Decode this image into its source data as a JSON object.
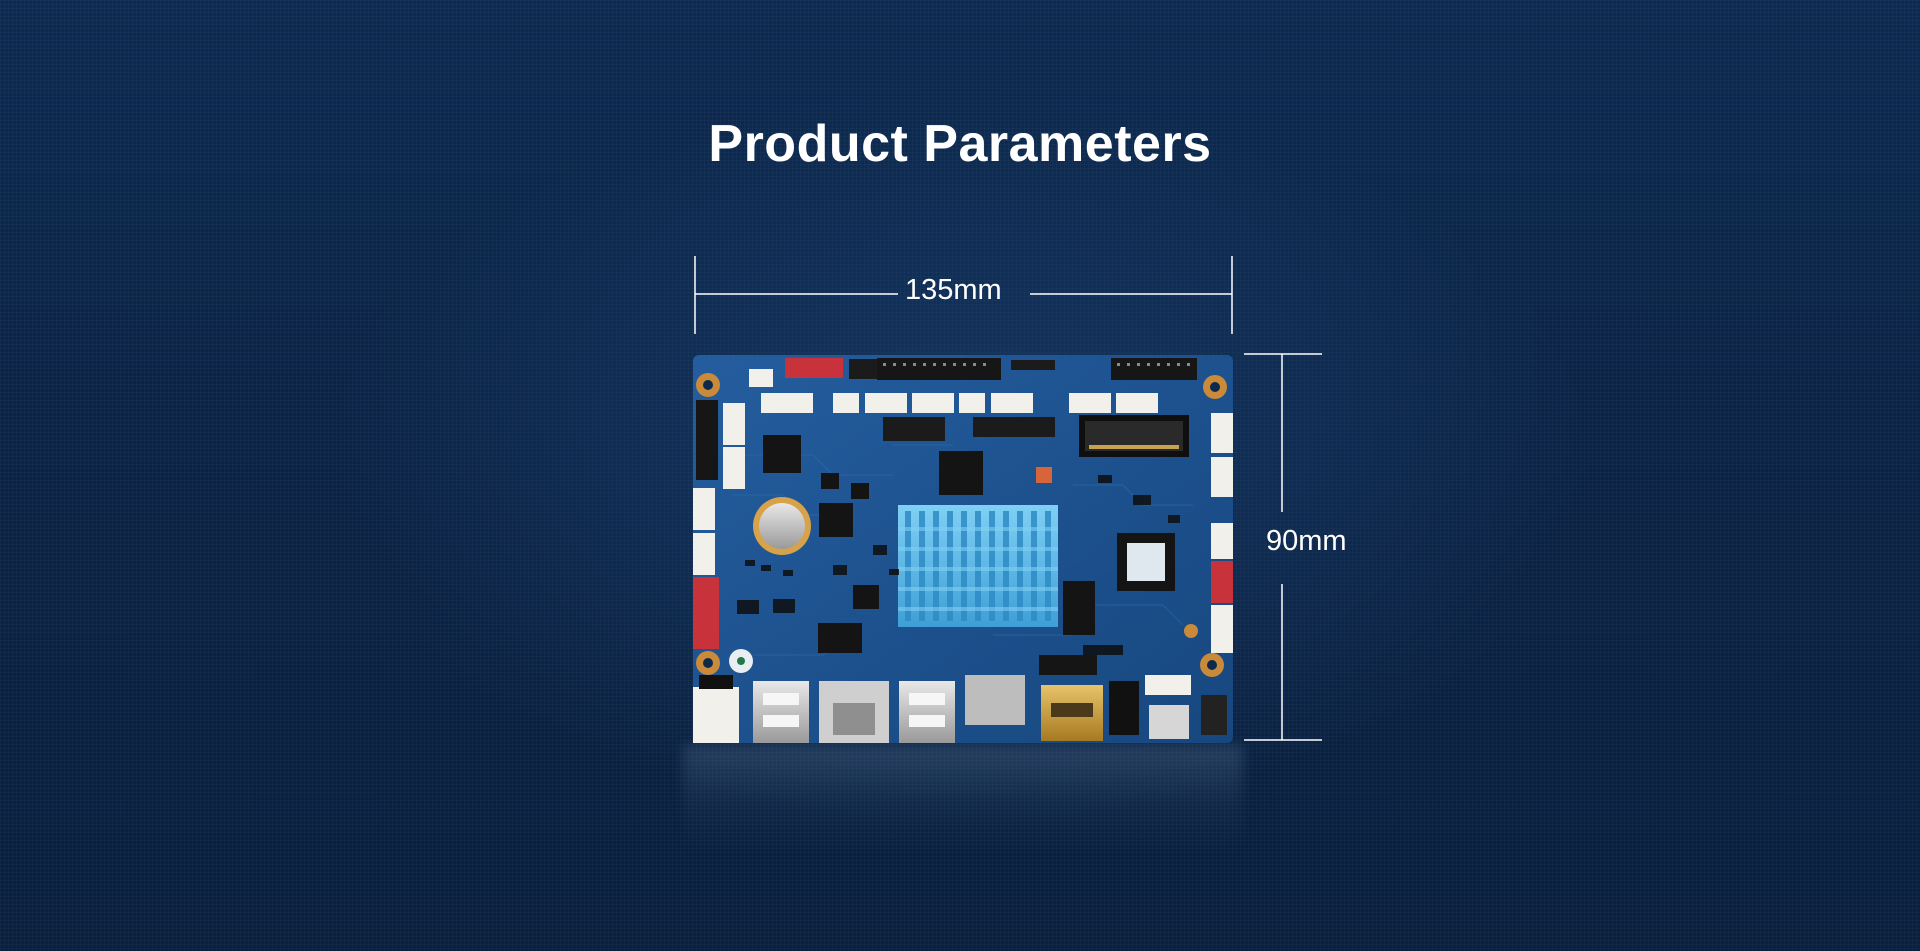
{
  "page": {
    "title": "Product Parameters"
  },
  "dimensions": {
    "width_label": "135mm",
    "height_label": "90mm"
  },
  "product_image": {
    "subject": "embedded-mainboard-pcb"
  },
  "colors": {
    "background": "#0b2548",
    "title_text": "#ffffff",
    "dimension_lines": "#ffffff",
    "pcb": "#1d4f8c",
    "heatsink": "#5bb5e6",
    "connector_red": "#c8323a",
    "connector_white": "#f2f0ea"
  }
}
